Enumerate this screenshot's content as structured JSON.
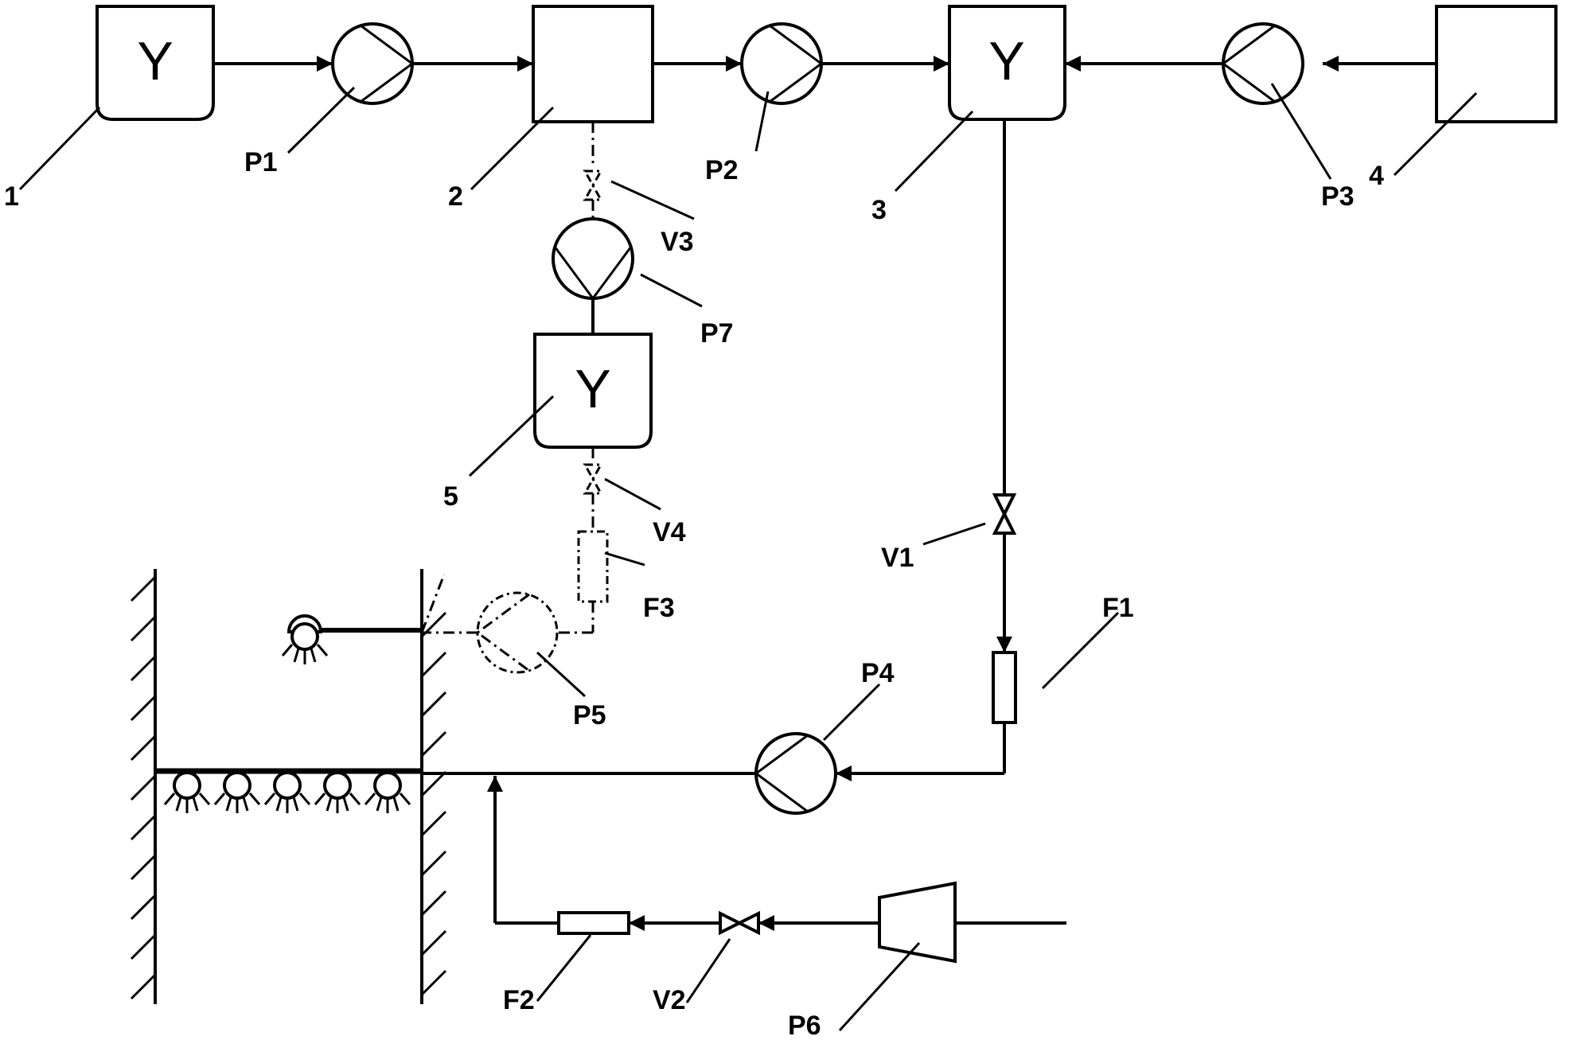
{
  "labels": {
    "n1": "1",
    "n2": "2",
    "n3": "3",
    "n4": "4",
    "n5": "5",
    "p1": "P1",
    "p2": "P2",
    "p3": "P3",
    "p4": "P4",
    "p5": "P5",
    "p6": "P6",
    "p7": "P7",
    "v1": "V1",
    "v2": "V2",
    "v3": "V3",
    "v4": "V4",
    "f1": "F1",
    "f2": "F2",
    "f3": "F3"
  },
  "tank_symbol": "Y"
}
